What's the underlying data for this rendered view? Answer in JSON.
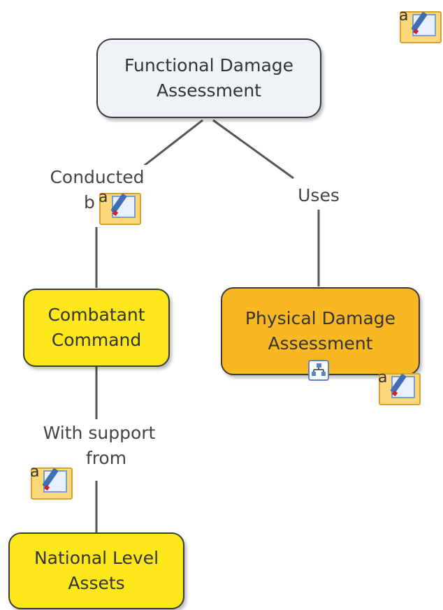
{
  "concepts": {
    "functional_damage": [
      "Functional Damage",
      "Assessment"
    ],
    "combatant_command": [
      "Combatant",
      "Command"
    ],
    "physical_damage": [
      "Physical Damage",
      "Assessment"
    ],
    "national_level": [
      "National Level",
      "Assets"
    ]
  },
  "links": {
    "conducted_by": [
      "Conducted",
      "b"
    ],
    "uses": "Uses",
    "with_support_from": [
      "With support",
      "from"
    ]
  },
  "annotation_letter": "a",
  "colors": {
    "functional_fill": "#eef3f7",
    "yellow_fill": "#fbe71a",
    "orange_fill": "#f7b824",
    "line": "#555555"
  },
  "icons": [
    "annotation-note-icon",
    "submap-icon"
  ]
}
